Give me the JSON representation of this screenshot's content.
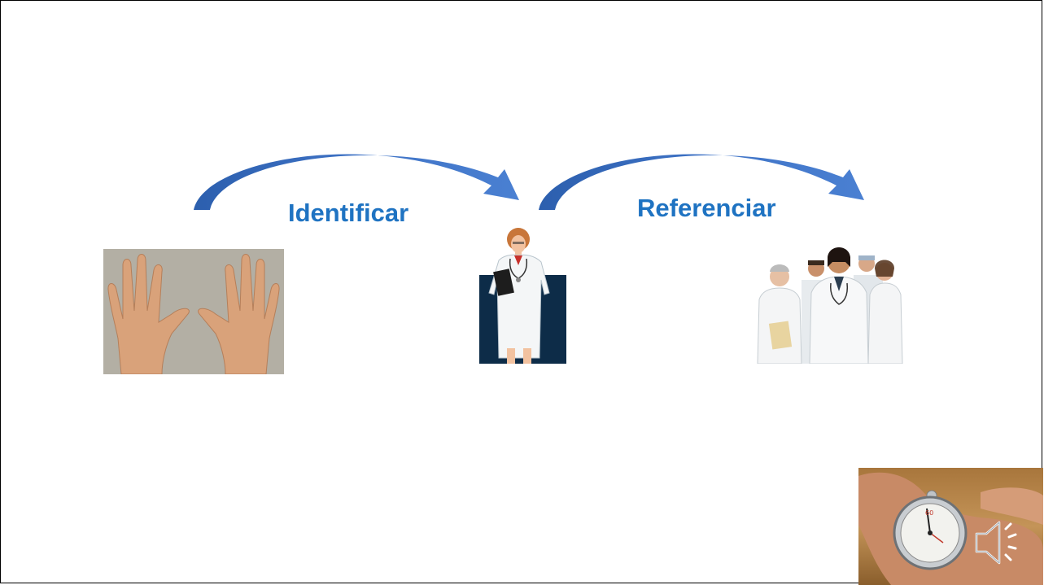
{
  "steps": {
    "step1_label": "Identificar",
    "step2_label": "Referenciar"
  },
  "images": {
    "hands": "photo-hands",
    "doctor": "doctor-illustration",
    "team": "medical-team-photo",
    "stopwatch": "stopwatch-photo"
  },
  "icons": {
    "audio": "speaker-icon"
  },
  "colors": {
    "label_blue": "#1f73c2",
    "arrow_blue": "#3e72c5",
    "doctor_bg": "#0d2c48"
  }
}
